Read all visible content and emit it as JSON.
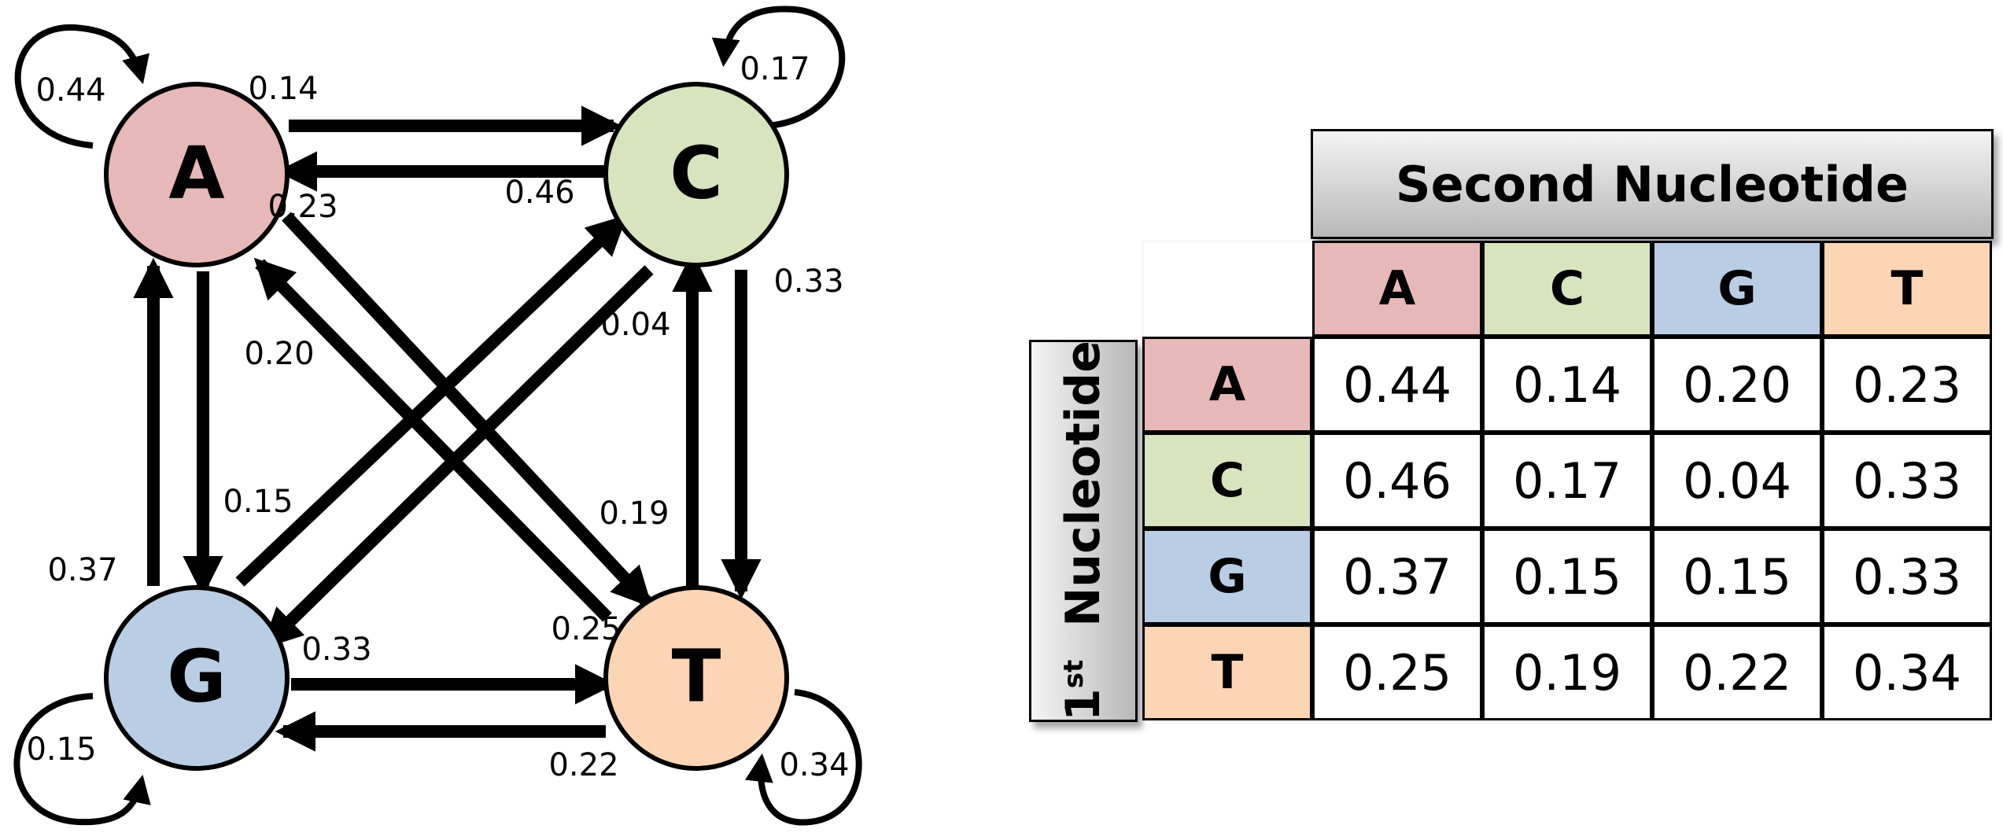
{
  "colors": {
    "A": "#e6b8b7",
    "C": "#d7e4bd",
    "G": "#b9cde5",
    "T": "#fcd5b5"
  },
  "nodes": [
    {
      "id": "A",
      "label": "A"
    },
    {
      "id": "C",
      "label": "C"
    },
    {
      "id": "G",
      "label": "G"
    },
    {
      "id": "T",
      "label": "T"
    }
  ],
  "edges": [
    {
      "from": "A",
      "to": "A",
      "label": "0.44"
    },
    {
      "from": "A",
      "to": "C",
      "label": "0.14"
    },
    {
      "from": "A",
      "to": "G",
      "label": "0.20"
    },
    {
      "from": "A",
      "to": "T",
      "label": "0.23"
    },
    {
      "from": "C",
      "to": "A",
      "label": "0.46"
    },
    {
      "from": "C",
      "to": "C",
      "label": "0.17"
    },
    {
      "from": "C",
      "to": "G",
      "label": "0.04"
    },
    {
      "from": "C",
      "to": "T",
      "label": "0.33"
    },
    {
      "from": "G",
      "to": "A",
      "label": "0.37"
    },
    {
      "from": "G",
      "to": "C",
      "label": "0.15"
    },
    {
      "from": "G",
      "to": "G",
      "label": "0.15"
    },
    {
      "from": "G",
      "to": "T",
      "label": "0.33"
    },
    {
      "from": "T",
      "to": "A",
      "label": "0.25"
    },
    {
      "from": "T",
      "to": "C",
      "label": "0.19"
    },
    {
      "from": "T",
      "to": "G",
      "label": "0.22"
    },
    {
      "from": "T",
      "to": "T",
      "label": "0.34"
    }
  ],
  "table": {
    "title": "Second Nucleotide",
    "row_header_prefix": "1",
    "row_header_sup": "st",
    "row_header_word": "Nucleotide",
    "columns": [
      "A",
      "C",
      "G",
      "T"
    ],
    "rows": [
      {
        "label": "A",
        "values": [
          "0.44",
          "0.14",
          "0.20",
          "0.23"
        ]
      },
      {
        "label": "C",
        "values": [
          "0.46",
          "0.17",
          "0.04",
          "0.33"
        ]
      },
      {
        "label": "G",
        "values": [
          "0.37",
          "0.15",
          "0.15",
          "0.33"
        ]
      },
      {
        "label": "T",
        "values": [
          "0.25",
          "0.19",
          "0.22",
          "0.34"
        ]
      }
    ]
  }
}
